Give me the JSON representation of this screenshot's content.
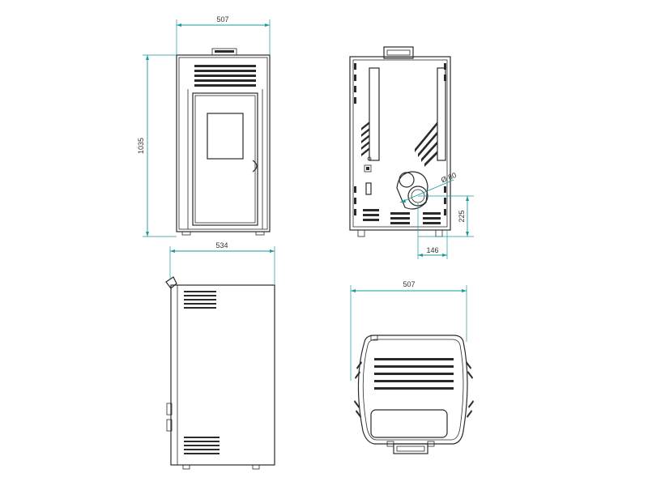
{
  "dimensions": {
    "front_width": "507",
    "front_height": "1035",
    "side_depth": "534",
    "top_width": "507",
    "flue_diameter": "Ø 80",
    "flue_height": "225",
    "flue_offset": "146"
  },
  "colors": {
    "dimension_line": "#1a9a9a",
    "drawing_line": "#2a2a2a",
    "background": "#ffffff"
  }
}
